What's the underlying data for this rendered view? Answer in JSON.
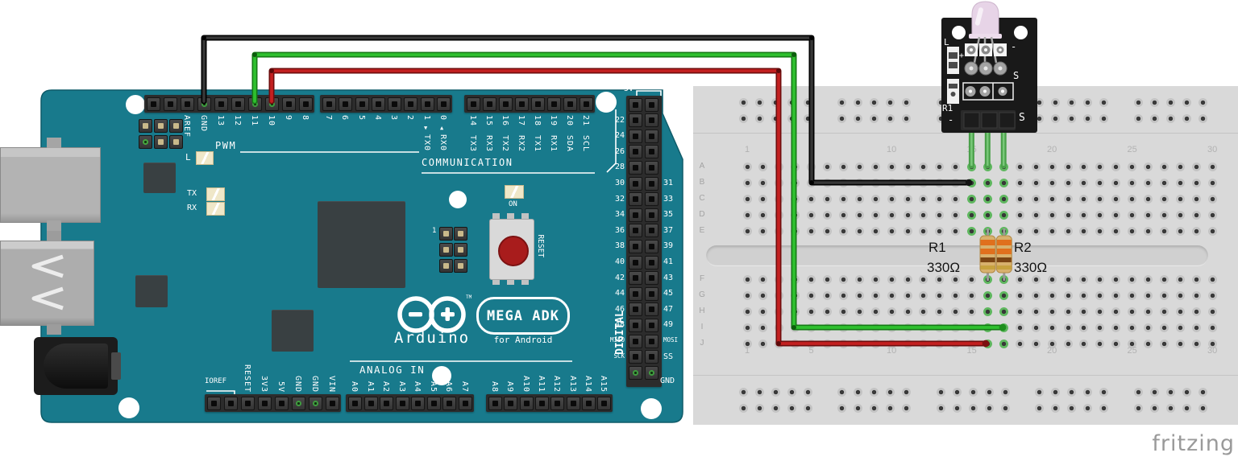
{
  "diagram": {
    "watermark": "fritzing"
  },
  "arduino": {
    "brand": "Arduino",
    "trademark": "TM",
    "model_badge": "MEGA ADK",
    "model_subtitle": "for Android",
    "pwm_label": "PWM",
    "communication_label": "COMMUNICATION",
    "analog_in_label": "ANALOG IN",
    "digital_label": "DIGITAL",
    "power5v_label": "5V",
    "gnd_label": "GND",
    "ioref_label": "IOREF",
    "on_label": "ON",
    "led_l_label": "L",
    "led_tx_label": "TX",
    "led_rx_label": "RX",
    "reset_label": "RESET",
    "icsp_pin1_label": "1",
    "tx0_arrow": "▼",
    "rx0_arrow": "▲",
    "tx0_label": "TX0",
    "rx0_label": "RX0",
    "top_row_a_labels": [
      "AREF",
      "GND",
      "13",
      "12",
      "11",
      "10",
      "9",
      "8"
    ],
    "top_row_b_labels": [
      "7",
      "6",
      "5",
      "4",
      "3",
      "2",
      "1",
      "0"
    ],
    "comm_pin_numbers": [
      "14",
      "15",
      "16",
      "17",
      "18",
      "19",
      "20",
      "21"
    ],
    "comm_pin_names": [
      "TX3",
      "RX3",
      "TX2",
      "RX2",
      "TX1",
      "RX1",
      "SDA",
      "SCL"
    ],
    "digital_left_labels": [
      "22",
      "24",
      "26",
      "28",
      "30",
      "32",
      "34",
      "36",
      "38",
      "40",
      "42",
      "44",
      "46",
      "48",
      "MISO",
      "SCK"
    ],
    "digital_right_labels": [
      "31",
      "33",
      "35",
      "37",
      "39",
      "41",
      "43",
      "45",
      "47",
      "49",
      "MOSI",
      "SS"
    ],
    "power_pin_labels": [
      "RESET",
      "3V3",
      "5V",
      "GND",
      "GND",
      "VIN"
    ],
    "analog_row1_labels": [
      "A0",
      "A1",
      "A2",
      "A3",
      "A4",
      "A5",
      "A6",
      "A7"
    ],
    "analog_row2_labels": [
      "A8",
      "A9",
      "A10",
      "A11",
      "A12",
      "A13",
      "A14",
      "A15"
    ]
  },
  "breadboard": {
    "row_letters": [
      "A",
      "B",
      "C",
      "D",
      "E",
      "F",
      "G",
      "H",
      "I",
      "J"
    ],
    "column_numbers": [
      "1",
      "5",
      "10",
      "15",
      "20",
      "25",
      "30"
    ]
  },
  "led_module": {
    "l_label": "L",
    "plus_label": "+",
    "minus_top_label": "-",
    "s_middle_label": "S",
    "r1_label": "R1",
    "minus_bottom_label": "-",
    "s_pin_label": "S"
  },
  "resistors": [
    {
      "name": "R1",
      "value": "330Ω"
    },
    {
      "name": "R2",
      "value": "330Ω"
    }
  ],
  "wires": [
    {
      "name": "black-ground-wire",
      "color": "#383838"
    },
    {
      "name": "green-signal-wire",
      "color": "#2fc02f"
    },
    {
      "name": "red-signal-wire",
      "color": "#c32020"
    }
  ],
  "colors": {
    "board_teal": "#187a8c",
    "breadboard_body": "#d9d9d9",
    "resistor_body": "#d8b16d",
    "module_pcb": "#191919"
  }
}
